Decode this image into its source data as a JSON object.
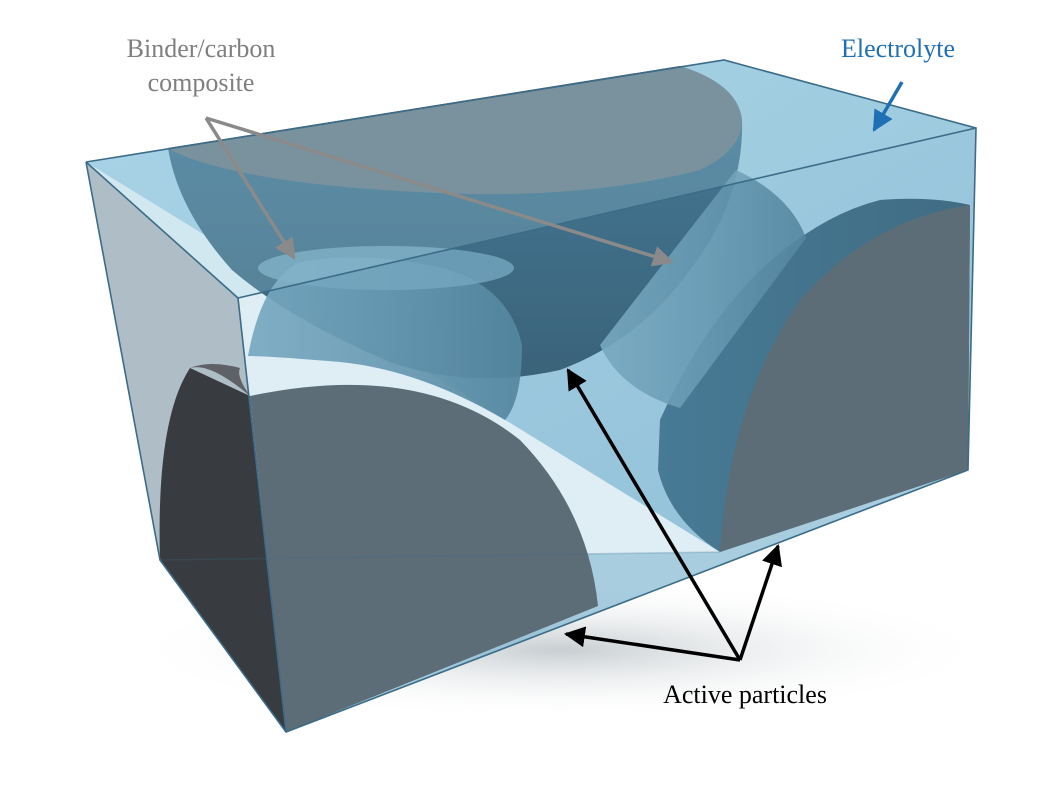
{
  "labels": {
    "binder_line1": "Binder/carbon",
    "binder_line2": "composite",
    "electrolyte": "Electrolyte",
    "active": "Active particles"
  },
  "colors": {
    "electrolyte_fill": "#8cc3dc",
    "electrolyte_edge": "#3b6c88",
    "particle_face": "#4a4d52",
    "particle_side": "#383b3f",
    "particle_top": "#5e6166",
    "binder": "#5b8ea8",
    "dark_blue": "#1f4a63",
    "binder_label": "#7f7f7f",
    "electrolyte_label": "#1f6fb5",
    "active_label": "#000000",
    "arrow_gray": "#8a8a8a",
    "arrow_blue": "#1f6fb5",
    "arrow_black": "#000000"
  }
}
